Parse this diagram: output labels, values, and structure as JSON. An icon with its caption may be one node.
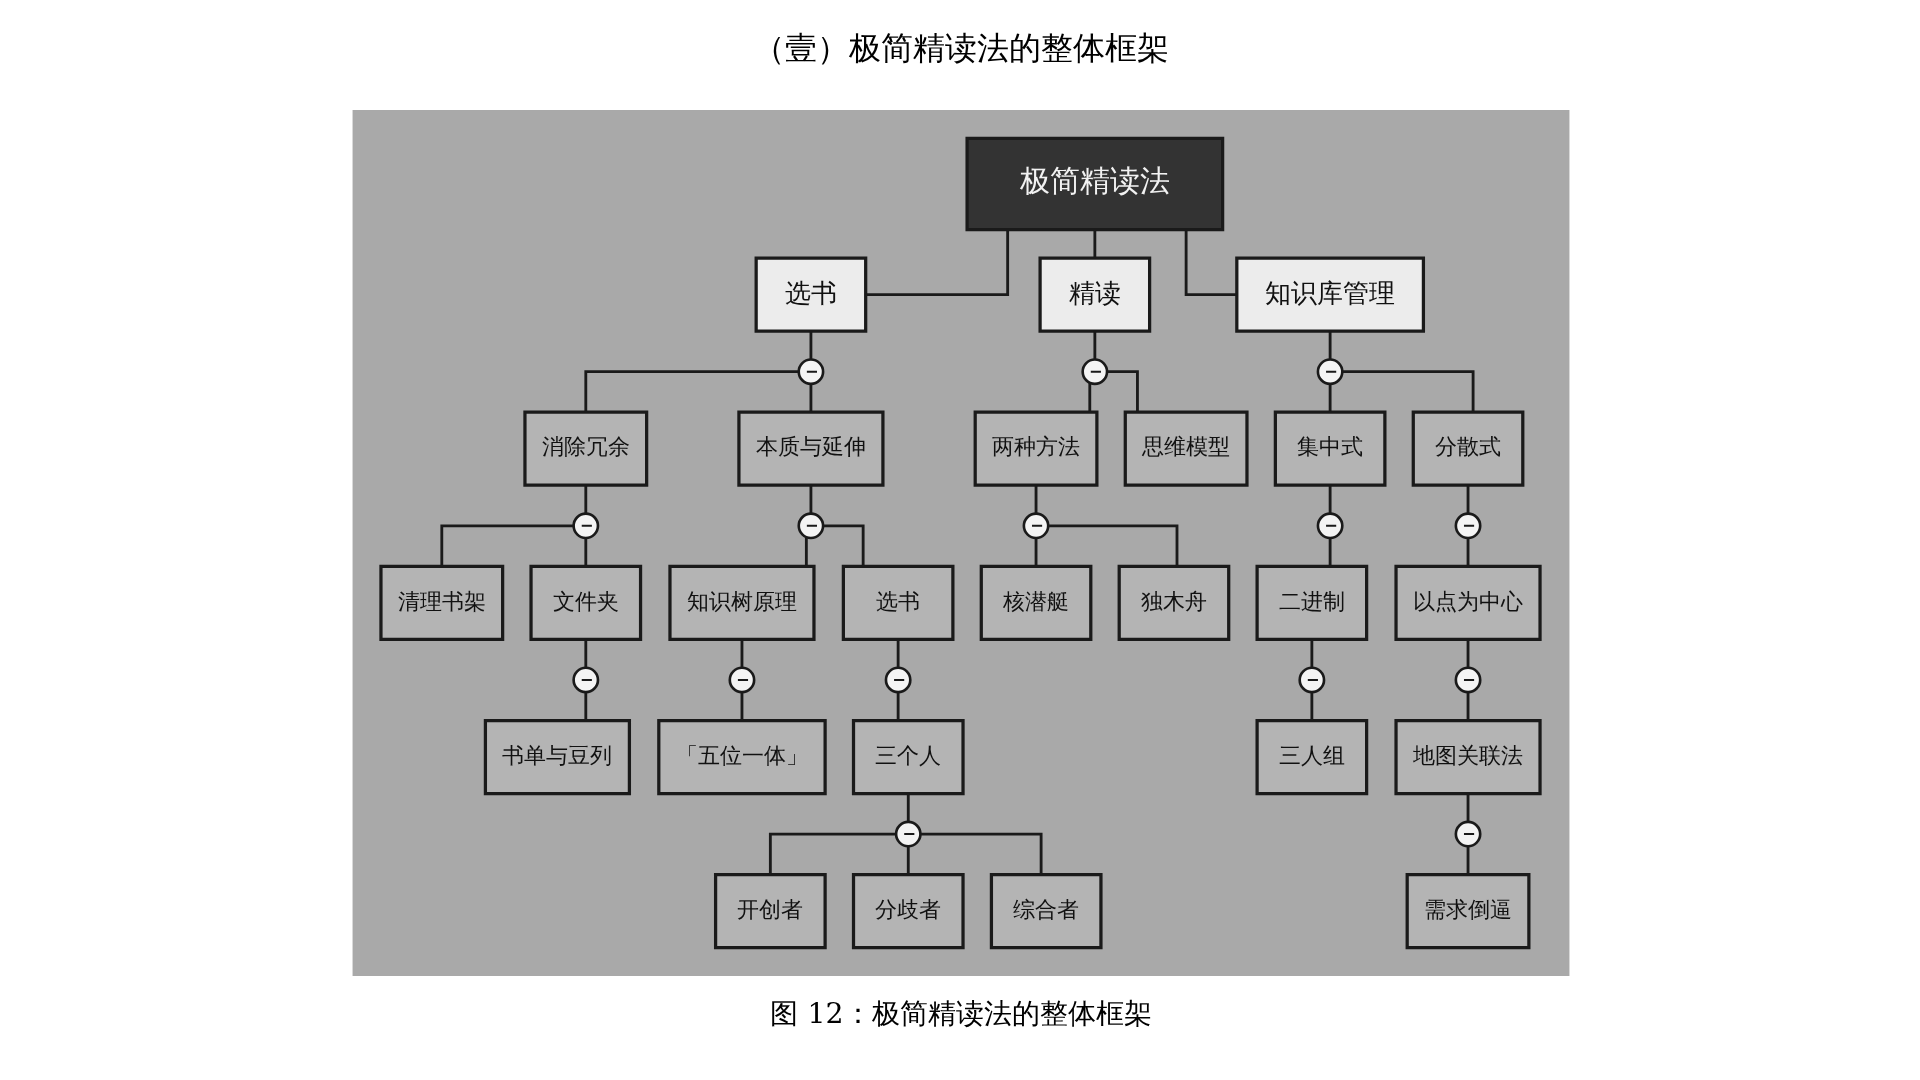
{
  "diagram": {
    "title": "（壹）极简精读法的整体框架",
    "caption": "图 12：极简精读法的整体框架",
    "nodes": [
      {
        "text": [],
        "shape": "box"
      },
      {
        "text": [
          "极简精读法"
        ],
        "in": 0
      },
      {
        "text": [
          "选书"
        ],
        "in": 0
      },
      {
        "text": [
          "精读"
        ],
        "in": 0
      },
      {
        "text": [
          "知识库管理"
        ],
        "in": 0
      },
      {
        "text": [],
        "shape": "circle",
        "in": 0
      },
      {
        "text": [],
        "shape": "circle",
        "in": 0
      },
      {
        "text": [],
        "shape": "circle",
        "in": 0
      },
      {
        "text": [
          "消除冗余"
        ],
        "in": 0
      },
      {
        "text": [
          "本质与延伸"
        ],
        "in": 0
      },
      {
        "text": [
          "两种方法"
        ],
        "in": 0
      },
      {
        "text": [
          "思维模型"
        ],
        "in": 0
      },
      {
        "text": [
          "集中式"
        ],
        "in": 0
      },
      {
        "text": [
          "分散式"
        ],
        "in": 0
      },
      {
        "text": [],
        "shape": "circle",
        "in": 0
      },
      {
        "text": [],
        "shape": "circle",
        "in": 0
      },
      {
        "text": [],
        "shape": "circle",
        "in": 0
      },
      {
        "text": [],
        "shape": "circle",
        "in": 0
      },
      {
        "text": [],
        "shape": "circle",
        "in": 0
      },
      {
        "text": [
          "清理书架"
        ],
        "in": 0
      },
      {
        "text": [
          "文件夹"
        ],
        "in": 0
      },
      {
        "text": [
          "知识树原理"
        ],
        "in": 0
      },
      {
        "text": [
          "选书"
        ],
        "in": 0
      },
      {
        "text": [
          "核潜艇"
        ],
        "in": 0
      },
      {
        "text": [
          "独木舟"
        ],
        "in": 0
      },
      {
        "text": [
          "二进制"
        ],
        "in": 0
      },
      {
        "text": [
          "以点为中心"
        ],
        "in": 0
      },
      {
        "text": [],
        "shape": "circle",
        "in": 0
      },
      {
        "text": [],
        "shape": "circle",
        "in": 0
      },
      {
        "text": [],
        "shape": "circle",
        "in": 0
      },
      {
        "text": [],
        "shape": "circle",
        "in": 0
      },
      {
        "text": [],
        "shape": "circle",
        "in": 0
      },
      {
        "text": [
          "书单与豆列"
        ],
        "in": 0
      },
      {
        "text": [
          "「五位一体」"
        ],
        "in": 0
      },
      {
        "text": [
          "三个人"
        ],
        "in": 0
      },
      {
        "text": [
          "三人组"
        ],
        "in": 0
      },
      {
        "text": [
          "地图关联法"
        ],
        "in": 0
      },
      {
        "text": [],
        "shape": "circle",
        "in": 0
      },
      {
        "text": [],
        "shape": "circle",
        "in": 0
      },
      {
        "text": [
          "开创者"
        ],
        "in": 0
      },
      {
        "text": [
          "分歧者"
        ],
        "in": 0
      },
      {
        "text": [
          "综合者"
        ],
        "in": 0
      },
      {
        "text": [
          "需求倒逼"
        ],
        "in": 0
      }
    ],
    "edges": [
      {
        "from": 1,
        "to": 2,
        "arrow": "none"
      },
      {
        "from": 1,
        "to": 3,
        "arrow": "none"
      },
      {
        "from": 1,
        "to": 4,
        "arrow": "none"
      },
      {
        "from": 2,
        "to": 5,
        "arrow": "none"
      },
      {
        "from": 5,
        "to": 8,
        "arrow": "none"
      },
      {
        "from": 5,
        "to": 9,
        "arrow": "none"
      },
      {
        "from": 3,
        "to": 6,
        "arrow": "none"
      },
      {
        "from": 6,
        "to": 10,
        "arrow": "none"
      },
      {
        "from": 6,
        "to": 11,
        "arrow": "none"
      },
      {
        "from": 4,
        "to": 7,
        "arrow": "none"
      },
      {
        "from": 7,
        "to": 12,
        "arrow": "none"
      },
      {
        "from": 7,
        "to": 13,
        "arrow": "none"
      },
      {
        "from": 8,
        "to": 14,
        "arrow": "none"
      },
      {
        "from": 14,
        "to": 19,
        "arrow": "none"
      },
      {
        "from": 14,
        "to": 20,
        "arrow": "none"
      },
      {
        "from": 9,
        "to": 15,
        "arrow": "none"
      },
      {
        "from": 15,
        "to": 21,
        "arrow": "none"
      },
      {
        "from": 15,
        "to": 22,
        "arrow": "none"
      },
      {
        "from": 10,
        "to": 16,
        "arrow": "none"
      },
      {
        "from": 16,
        "to": 23,
        "arrow": "none"
      },
      {
        "from": 16,
        "to": 24,
        "arrow": "none"
      },
      {
        "from": 12,
        "to": 17,
        "arrow": "none"
      },
      {
        "from": 17,
        "to": 25,
        "arrow": "none"
      },
      {
        "from": 13,
        "to": 18,
        "arrow": "none"
      },
      {
        "from": 18,
        "to": 26,
        "arrow": "none"
      },
      {
        "from": 20,
        "to": 27,
        "arrow": "none"
      },
      {
        "from": 27,
        "to": 32,
        "arrow": "none"
      },
      {
        "from": 21,
        "to": 28,
        "arrow": "none"
      },
      {
        "from": 28,
        "to": 33,
        "arrow": "none"
      },
      {
        "from": 22,
        "to": 29,
        "arrow": "none"
      },
      {
        "from": 29,
        "to": 34,
        "arrow": "none"
      },
      {
        "from": 25,
        "to": 30,
        "arrow": "none"
      },
      {
        "from": 30,
        "to": 35,
        "arrow": "none"
      },
      {
        "from": 26,
        "to": 31,
        "arrow": "none"
      },
      {
        "from": 31,
        "to": 36,
        "arrow": "none"
      },
      {
        "from": 34,
        "to": 37,
        "arrow": "none"
      },
      {
        "from": 37,
        "to": 39,
        "arrow": "none"
      },
      {
        "from": 37,
        "to": 40,
        "arrow": "none"
      },
      {
        "from": 37,
        "to": 41,
        "arrow": "none"
      },
      {
        "from": 36,
        "to": 38,
        "arrow": "none"
      },
      {
        "from": 38,
        "to": 42,
        "arrow": "none"
      }
    ]
  }
}
